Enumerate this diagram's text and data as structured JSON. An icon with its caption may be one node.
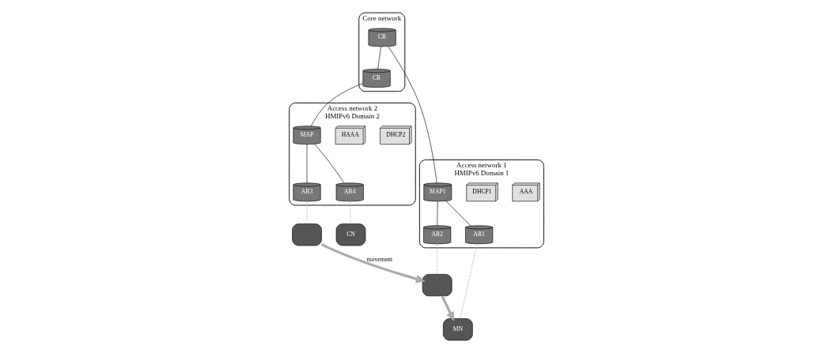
{
  "diagram": {
    "nodes": [
      {
        "text": [
          "Access network 1",
          "HMIPv6 Domain 1"
        ]
      },
      {
        "text": [
          "Core network"
        ]
      },
      {
        "text": [
          "Access network 2",
          "HMIPv6 Domain 2"
        ]
      },
      {
        "text": [
          "AAA"
        ],
        "in": 0
      },
      {
        "text": [
          "DHCP1"
        ],
        "in": 0
      },
      {
        "text": [
          "MAP1"
        ],
        "in": 0
      },
      {
        "text": [
          "AR1"
        ],
        "in": 0
      },
      {
        "text": [
          "AR2"
        ],
        "in": 0
      },
      {
        "text": [
          "CR"
        ],
        "in": 1
      },
      {
        "text": [
          "CR"
        ],
        "in": 1
      },
      {
        "text": [
          "DHCP2"
        ],
        "in": 2
      },
      {
        "text": [
          "HAAA"
        ],
        "in": 2
      },
      {
        "text": [
          "MAP"
        ],
        "in": 2
      },
      {
        "text": [
          "AR3"
        ],
        "in": 2
      },
      {
        "text": [
          "AR4"
        ],
        "in": 2
      },
      {
        "text": [
          "MN"
        ]
      },
      {
        "text": [],
        "shape": "laptop"
      },
      {
        "text": [],
        "shape": "laptop"
      },
      {
        "text": [
          "CN"
        ]
      }
    ],
    "edges": [
      {
        "from": 8,
        "to": 9,
        "arrow": "none"
      },
      {
        "from": 8,
        "to": 5,
        "arrow": "none"
      },
      {
        "from": 9,
        "to": 12,
        "arrow": "none"
      },
      {
        "from": 5,
        "to": 6,
        "arrow": "none"
      },
      {
        "from": 5,
        "to": 7,
        "arrow": "none"
      },
      {
        "from": 12,
        "to": 13,
        "arrow": "none"
      },
      {
        "from": 12,
        "to": 14,
        "arrow": "none"
      },
      {
        "from": 6,
        "to": 15,
        "arrow": "none",
        "style": "dashed",
        "color": "#aaaaaa"
      },
      {
        "from": 7,
        "to": 16,
        "arrow": "none",
        "style": "dashed",
        "color": "#aaaaaa"
      },
      {
        "from": 13,
        "to": 17,
        "arrow": "none",
        "style": "dashed",
        "color": "#aaaaaa"
      },
      {
        "from": 14,
        "to": 18,
        "arrow": "none",
        "style": "dashed",
        "color": "#aaaaaa"
      },
      {
        "from": 16,
        "to": 15,
        "arrow": "to",
        "style": "thick",
        "color": "#aaaaaa"
      },
      {
        "from": 17,
        "to": 16,
        "arrow": "to",
        "label": "movement",
        "style": "thick",
        "color": "#aaaaaa"
      }
    ]
  }
}
